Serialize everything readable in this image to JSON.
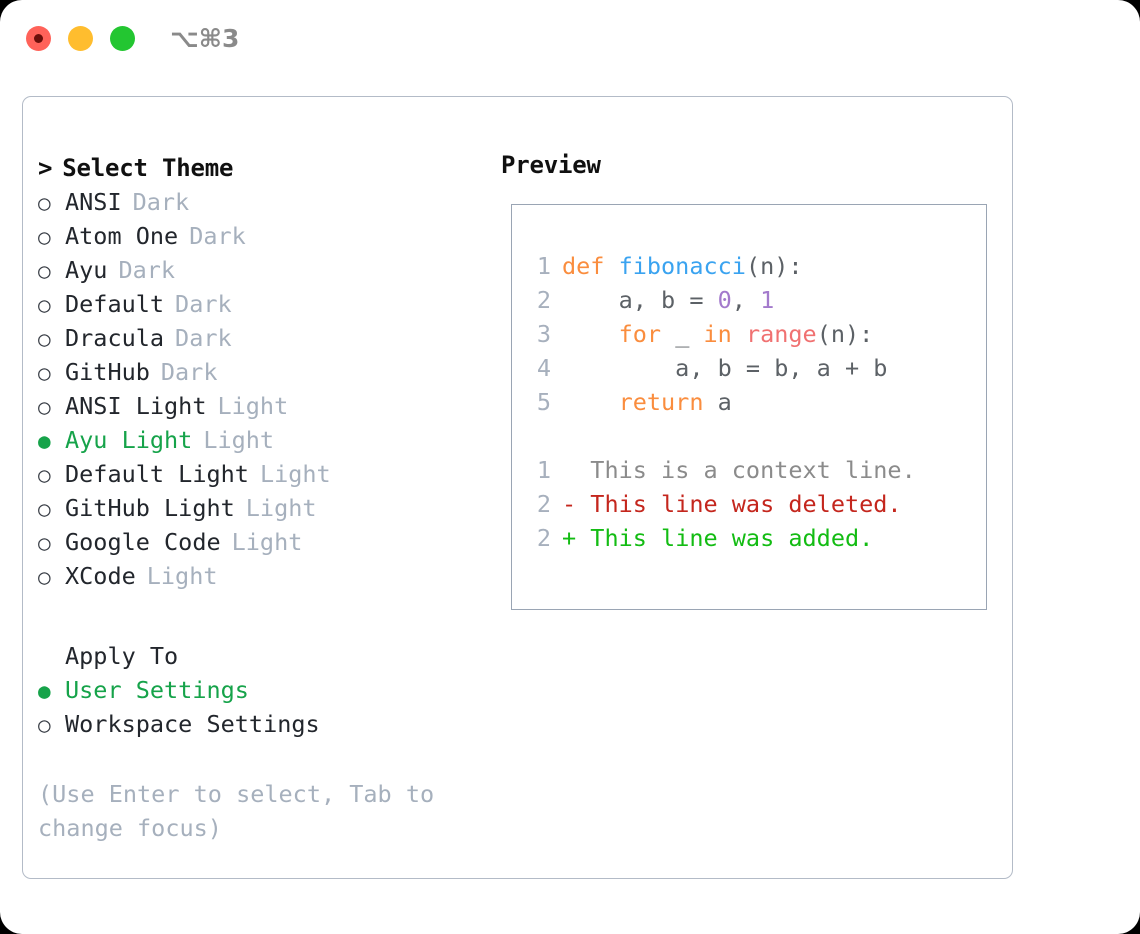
{
  "window": {
    "shortcut_label": "⌥⌘3",
    "traffic_lights": [
      "close-red",
      "minimize-yellow",
      "maximize-green"
    ]
  },
  "left": {
    "heading_caret": ">",
    "heading": "Select Theme",
    "bullet_empty": "○",
    "bullet_filled": "●",
    "themes": [
      {
        "label": "ANSI",
        "tag": "Dark",
        "selected": false
      },
      {
        "label": "Atom One",
        "tag": "Dark",
        "selected": false
      },
      {
        "label": "Ayu",
        "tag": "Dark",
        "selected": false
      },
      {
        "label": "Default",
        "tag": "Dark",
        "selected": false
      },
      {
        "label": "Dracula",
        "tag": "Dark",
        "selected": false
      },
      {
        "label": "GitHub",
        "tag": "Dark",
        "selected": false
      },
      {
        "label": "ANSI Light",
        "tag": "Light",
        "selected": false
      },
      {
        "label": "Ayu Light",
        "tag": "Light",
        "selected": true
      },
      {
        "label": "Default Light",
        "tag": "Light",
        "selected": false
      },
      {
        "label": "GitHub Light",
        "tag": "Light",
        "selected": false
      },
      {
        "label": "Google Code",
        "tag": "Light",
        "selected": false
      },
      {
        "label": "XCode",
        "tag": "Light",
        "selected": false
      }
    ],
    "apply_to_heading": "Apply To",
    "apply_to": [
      {
        "label": "User Settings",
        "selected": true
      },
      {
        "label": "Workspace Settings",
        "selected": false
      }
    ],
    "hint": "(Use Enter to select, Tab to change focus)"
  },
  "right": {
    "preview_title": "Preview",
    "code_lines": [
      {
        "num": "1",
        "tokens": [
          {
            "t": "def ",
            "c": "kw"
          },
          {
            "t": "fibonacci",
            "c": "fn"
          },
          {
            "t": "(n):",
            "c": "plain"
          }
        ]
      },
      {
        "num": "2",
        "tokens": [
          {
            "t": "    a, b = ",
            "c": "plain"
          },
          {
            "t": "0",
            "c": "num"
          },
          {
            "t": ", ",
            "c": "plain"
          },
          {
            "t": "1",
            "c": "num"
          }
        ]
      },
      {
        "num": "3",
        "tokens": [
          {
            "t": "    ",
            "c": "plain"
          },
          {
            "t": "for",
            "c": "kw"
          },
          {
            "t": " _ ",
            "c": "plain"
          },
          {
            "t": "in",
            "c": "kw"
          },
          {
            "t": " ",
            "c": "plain"
          },
          {
            "t": "range",
            "c": "call"
          },
          {
            "t": "(n):",
            "c": "plain"
          }
        ]
      },
      {
        "num": "4",
        "tokens": [
          {
            "t": "        a, b = b, a + b",
            "c": "plain"
          }
        ]
      },
      {
        "num": "5",
        "tokens": [
          {
            "t": "    ",
            "c": "plain"
          },
          {
            "t": "return",
            "c": "kw"
          },
          {
            "t": " a",
            "c": "plain"
          }
        ]
      }
    ],
    "diff_lines": [
      {
        "num": "1",
        "marker": " ",
        "text": " This is a context line.",
        "kind": "ctx"
      },
      {
        "num": "2",
        "marker": "-",
        "text": " This line was deleted.",
        "kind": "del"
      },
      {
        "num": "2",
        "marker": "+",
        "text": " This line was added.",
        "kind": "add"
      }
    ]
  },
  "colors": {
    "accent_green": "#16a34a",
    "muted": "#a6b0bd",
    "keyword": "#fa8d3e",
    "function": "#3aa3f0",
    "call": "#f07171",
    "number": "#a37acc",
    "diff_delete": "#c4261d",
    "diff_add": "#13bc13",
    "border": "#b3bbc7"
  }
}
